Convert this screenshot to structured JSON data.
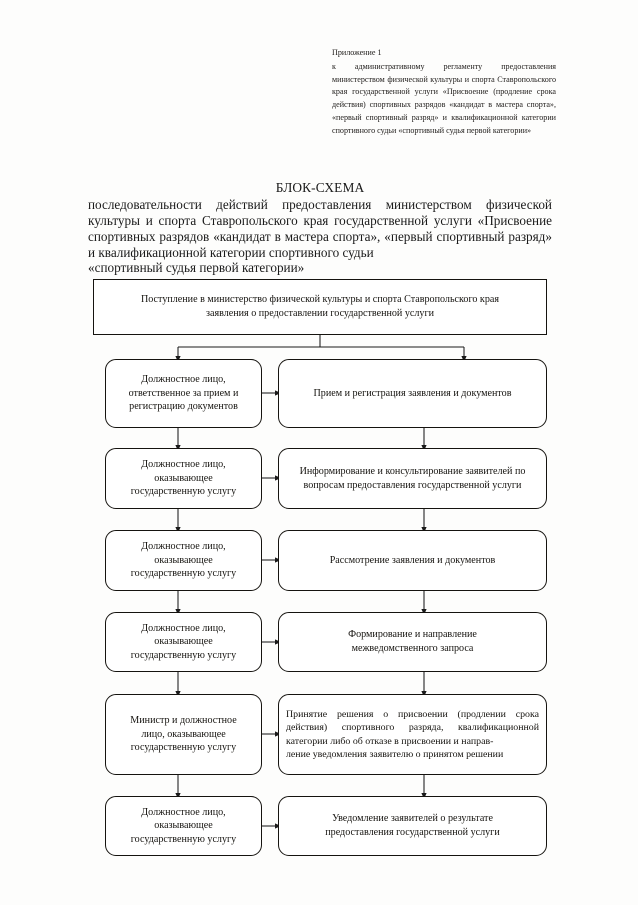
{
  "appendix": {
    "title": "Приложение 1",
    "body": "к административному регламенту предоставления министерством физической культуры и спорта Ставропольского края государственной услуги «Присвоение (продление срока действия) спортивных разрядов «кандидат в мастера спорта», «первый спортивный разряд» и квалификационной категории спортивного судьи «спортивный судья первой категории»"
  },
  "heading": {
    "main": "БЛОК-СХЕМА",
    "sub": "последовательности действий предоставления министерством физической культуры и спорта Ставропольского края государственной услуги «Присвоение спортивных разрядов «кандидат в мастера спорта», «первый спортивный разряд» и квалификационной категории спортивного судьи",
    "sub_last": "«спортивный судья первой категории»"
  },
  "flowchart": {
    "start_node": {
      "line1": "Поступление в министерство физической культуры и спорта Ставропольского края",
      "line2": "заявления о предоставлении государственной услуги"
    },
    "actors": [
      {
        "id": "actor-1",
        "line1": "Должностное лицо,",
        "line2": "ответственное за прием и",
        "line3": "регистрацию документов"
      },
      {
        "id": "actor-2",
        "line1": "Должностное лицо,",
        "line2": "оказывающее",
        "line3": "государственную услугу"
      },
      {
        "id": "actor-3",
        "line1": "Должностное лицо,",
        "line2": "оказывающее",
        "line3": "государственную услугу"
      },
      {
        "id": "actor-4",
        "line1": "Должностное лицо,",
        "line2": "оказывающее",
        "line3": "государственную услугу"
      },
      {
        "id": "actor-5",
        "line1": "Министр и должностное",
        "line2": "лицо, оказывающее",
        "line3": "государственную услугу"
      },
      {
        "id": "actor-6",
        "line1": "Должностное лицо,",
        "line2": "оказывающее",
        "line3": "государственную услугу"
      }
    ],
    "actions": [
      {
        "id": "action-1",
        "line1": "Прием и регистрация заявления и документов",
        "line2": ""
      },
      {
        "id": "action-2",
        "line1": "Информирование и консультирование заявителей по",
        "line2": "вопросам  предоставления государственной услуги"
      },
      {
        "id": "action-3",
        "line1": "Рассмотрение заявления и документов",
        "line2": ""
      },
      {
        "id": "action-4",
        "line1": "Формирование и направление",
        "line2": "межведомственного запроса"
      },
      {
        "id": "action-5",
        "text": "Принятие решения о присвоении (продлении срока действия) спортивного разряда, квалификационной категории либо об отказе в присвоении и направ-",
        "last": "ление уведомления заявителю о принятом решении"
      },
      {
        "id": "action-6",
        "line1": "Уведомление заявителей о результате",
        "line2": "предоставления государственной услуги"
      }
    ]
  },
  "colors": {
    "page_background": "#fdfdfc",
    "ink": "#15130f",
    "connector": "#1a1a1a"
  }
}
